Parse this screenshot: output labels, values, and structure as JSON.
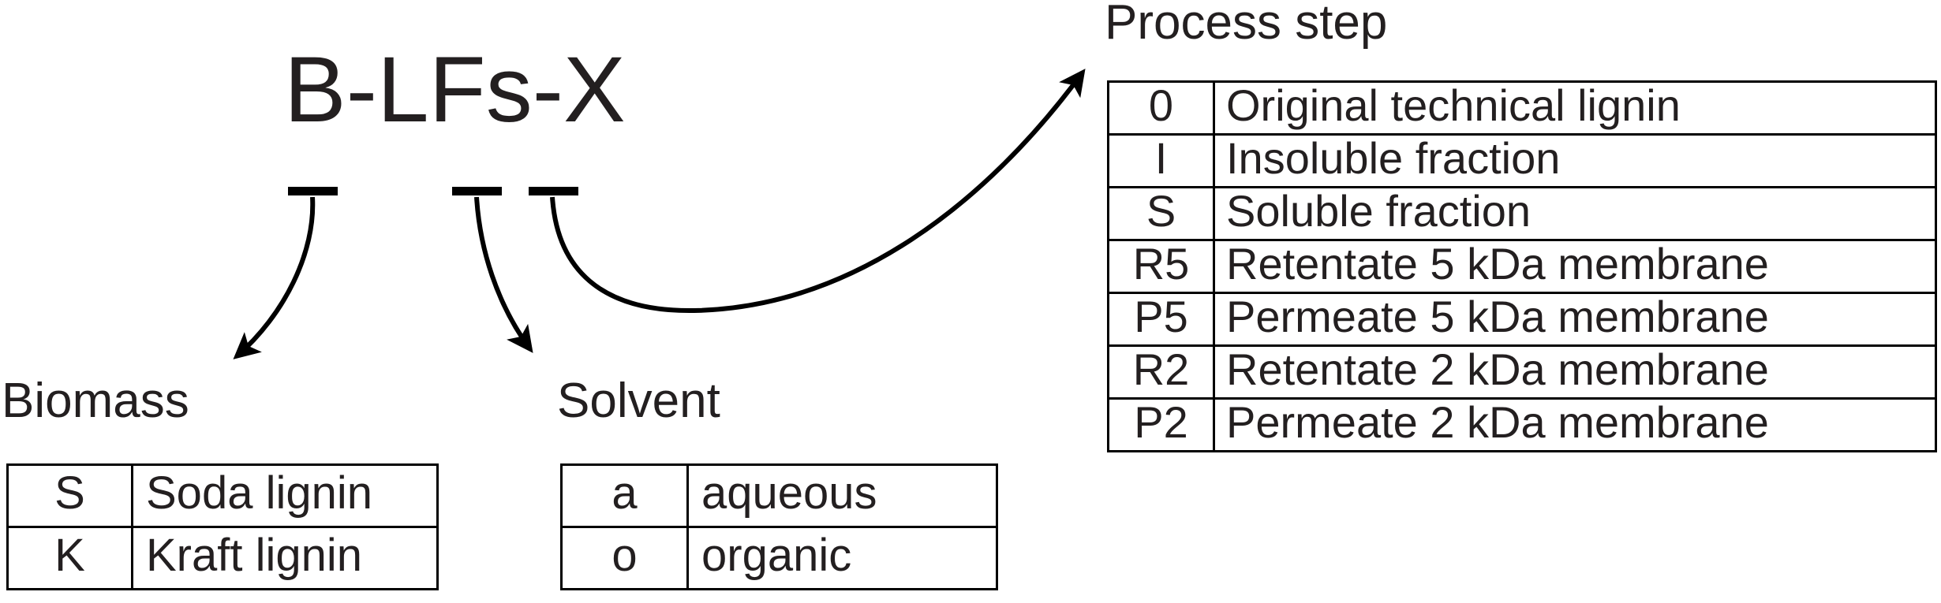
{
  "diagram": {
    "code_formula": "B-LFs-X",
    "accent_color": "#000000",
    "text_color": "#231f20",
    "background_color": "#ffffff"
  },
  "biomass": {
    "caption": "Biomass",
    "rows": [
      {
        "key": "S",
        "desc": "Soda lignin"
      },
      {
        "key": "K",
        "desc": "Kraft lignin"
      }
    ]
  },
  "solvent": {
    "caption": "Solvent",
    "rows": [
      {
        "key": "a",
        "desc": "aqueous"
      },
      {
        "key": "o",
        "desc": "organic"
      }
    ]
  },
  "process_step": {
    "caption": "Process step",
    "rows": [
      {
        "key": "0",
        "desc": "Original technical lignin"
      },
      {
        "key": "I",
        "desc": "Insoluble fraction"
      },
      {
        "key": "S",
        "desc": "Soluble fraction"
      },
      {
        "key": "R5",
        "desc": "Retentate 5 kDa membrane"
      },
      {
        "key": "P5",
        "desc": "Permeate 5 kDa membrane"
      },
      {
        "key": "R2",
        "desc": "Retentate 2 kDa membrane"
      },
      {
        "key": "P2",
        "desc": "Permeate 2 kDa membrane"
      }
    ]
  }
}
